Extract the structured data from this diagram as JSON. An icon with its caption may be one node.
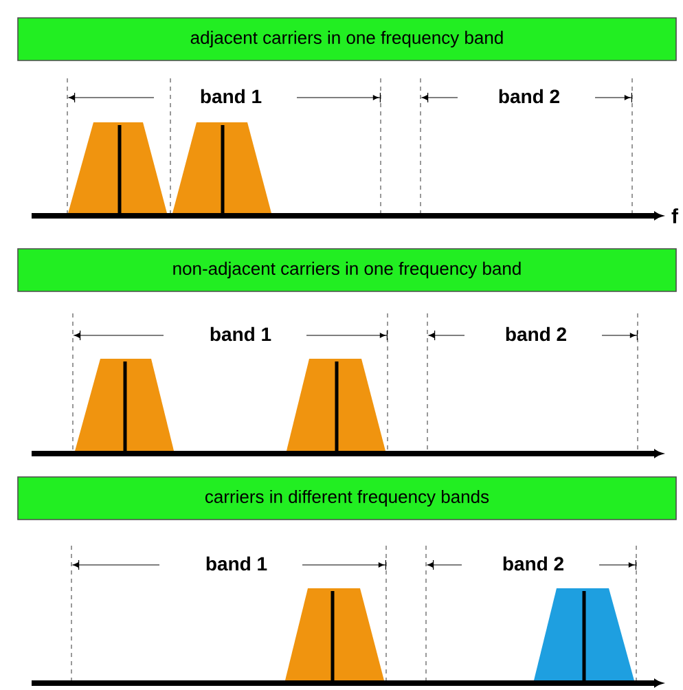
{
  "diagram": {
    "nodes": [
      {
        "text": [
          "adjacent carriers in one frequency band"
        ]
      },
      {
        "text": [
          "non-adjacent carriers in one frequency band"
        ]
      },
      {
        "text": [
          "carriers in different frequency bands"
        ]
      }
    ],
    "labels": [
      "band 1",
      "band 2",
      "f",
      "band 1",
      "band 2",
      "band 1",
      "band 2"
    ]
  }
}
